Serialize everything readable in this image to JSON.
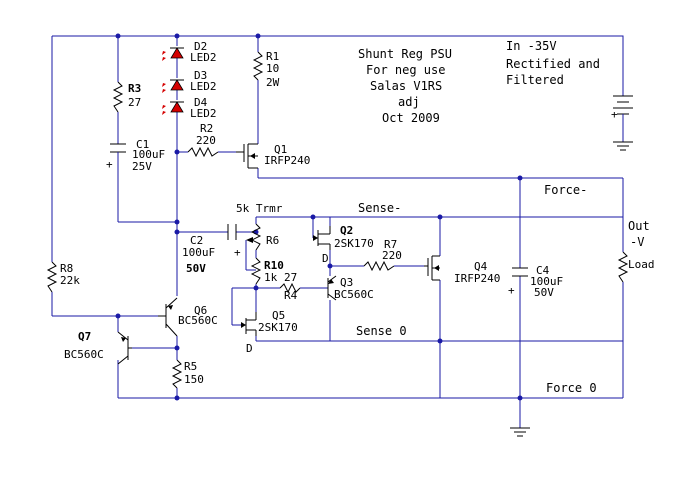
{
  "title_block": {
    "lines": [
      "Shunt Reg PSU",
      "For neg use",
      "Salas V1RS",
      "adj",
      "Oct 2009"
    ]
  },
  "input_note": {
    "lines": [
      "In -35V",
      "Rectified and",
      "Filtered"
    ]
  },
  "terminals": {
    "force_neg": "Force-",
    "sense_neg": "Sense-",
    "sense_zero": "Sense 0",
    "force_zero": "Force 0",
    "out": "Out",
    "out_v": "-V",
    "load": "Load"
  },
  "components": {
    "D2": {
      "ref": "D2",
      "value": "LED2"
    },
    "D3": {
      "ref": "D3",
      "value": "LED2"
    },
    "D4": {
      "ref": "D4",
      "value": "LED2"
    },
    "R1": {
      "ref": "R1",
      "value": "10",
      "rating": "2W"
    },
    "R2": {
      "ref": "R2",
      "value": "220"
    },
    "R3": {
      "ref": "R3",
      "value": "27"
    },
    "R4": {
      "ref": "R4",
      "value": "27"
    },
    "R5": {
      "ref": "R5",
      "value": "150"
    },
    "R6": {
      "ref": "R6",
      "trim": "5k Trmr"
    },
    "R7": {
      "ref": "R7",
      "value": "220"
    },
    "R8": {
      "ref": "R8",
      "value": "22k"
    },
    "R10": {
      "ref": "R10",
      "value": "1k"
    },
    "C1": {
      "ref": "C1",
      "value": "100uF",
      "rating": "25V"
    },
    "C2": {
      "ref": "C2",
      "value": "100uF",
      "rating": "50V"
    },
    "C4": {
      "ref": "C4",
      "value": "100uF",
      "rating": "50V"
    },
    "Q1": {
      "ref": "Q1",
      "value": "IRFP240"
    },
    "Q2": {
      "ref": "Q2",
      "value": "2SK170",
      "pin": "D"
    },
    "Q3": {
      "ref": "Q3",
      "value": "BC560C"
    },
    "Q4": {
      "ref": "Q4",
      "value": "IRFP240"
    },
    "Q5": {
      "ref": "Q5",
      "value": "2SK170",
      "pin": "D"
    },
    "Q6": {
      "ref": "Q6",
      "value": "BC560C"
    },
    "Q7": {
      "ref": "Q7",
      "value": "BC560C"
    }
  },
  "polarity_plus": "+",
  "colors": {
    "wire": "#1a1aa6",
    "led": "#d40000",
    "component": "#000000"
  }
}
